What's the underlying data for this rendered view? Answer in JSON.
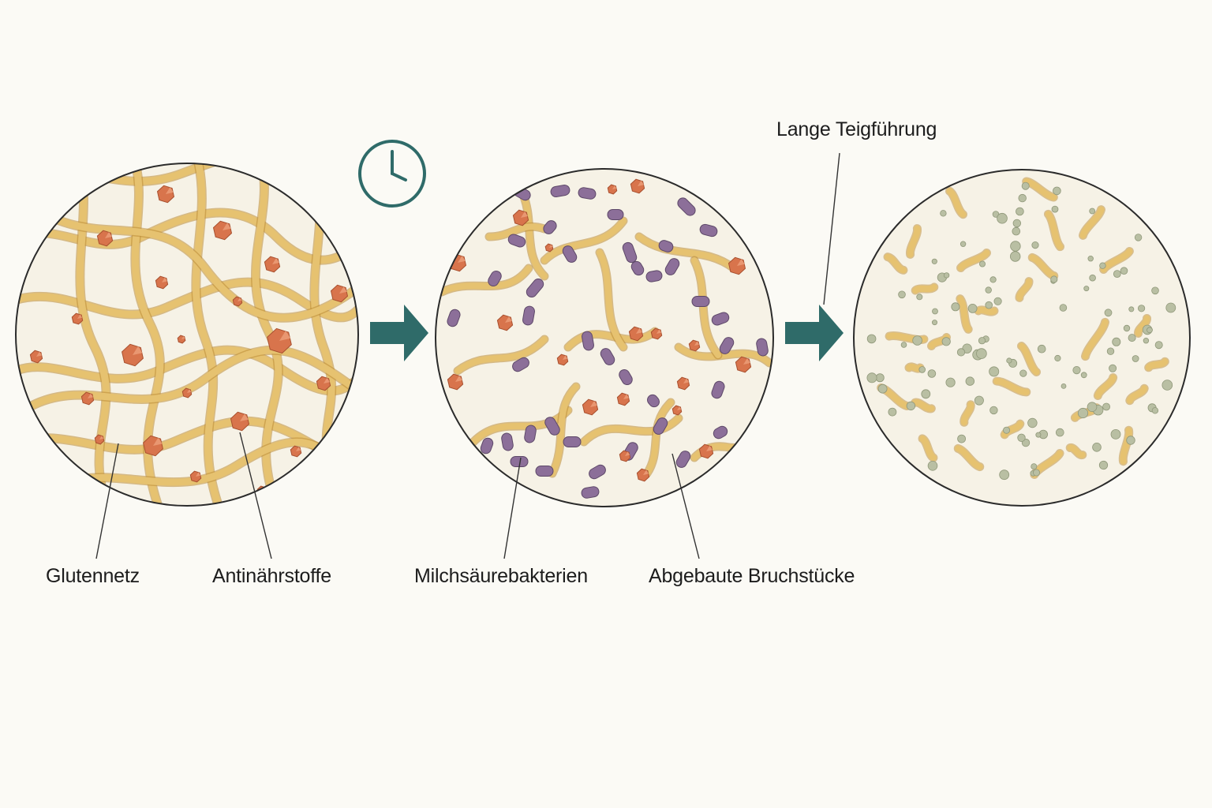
{
  "labels": {
    "gluten_network": "Glutennetz",
    "antinutrients": "Antinährstoffe",
    "lactic_bacteria": "Milchsäurebakterien",
    "degraded_fragments": "Abgebaute Bruchstücke",
    "long_fermentation": "Lange Teigführung"
  },
  "icons": {
    "time": "clock-icon",
    "transition": "arrow-right-icon"
  },
  "colors": {
    "background": "#fbfaf5",
    "circle_fill": "#f6f2e6",
    "gluten_strand": "#e6c270",
    "gluten_shadow": "#b98a35",
    "antinutrient": "#d8744c",
    "bacteria": "#8c6f99",
    "particle": "#b9bfa3",
    "arrow": "#2f6b69"
  }
}
